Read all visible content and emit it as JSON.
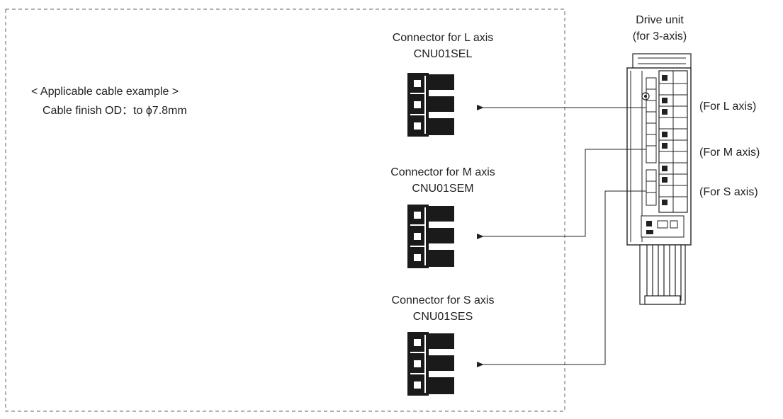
{
  "cable_note": {
    "heading": "< Applicable cable example >",
    "spec": "Cable finish OD：to ϕ7.8mm"
  },
  "connectors": [
    {
      "title": "Connector for L axis",
      "part": "CNU01SEL"
    },
    {
      "title": "Connector for M axis",
      "part": "CNU01SEM"
    },
    {
      "title": "Connector for S axis",
      "part": "CNU01SES"
    }
  ],
  "drive_unit": {
    "title": "Drive unit",
    "subtitle": "(for 3-axis)"
  },
  "ports": [
    {
      "label": "(For L axis)"
    },
    {
      "label": "(For M axis)"
    },
    {
      "label": "(For S axis)"
    }
  ],
  "colors": {
    "line": "#222222",
    "connector_body": "#1a1a1a",
    "border": "#666666"
  }
}
